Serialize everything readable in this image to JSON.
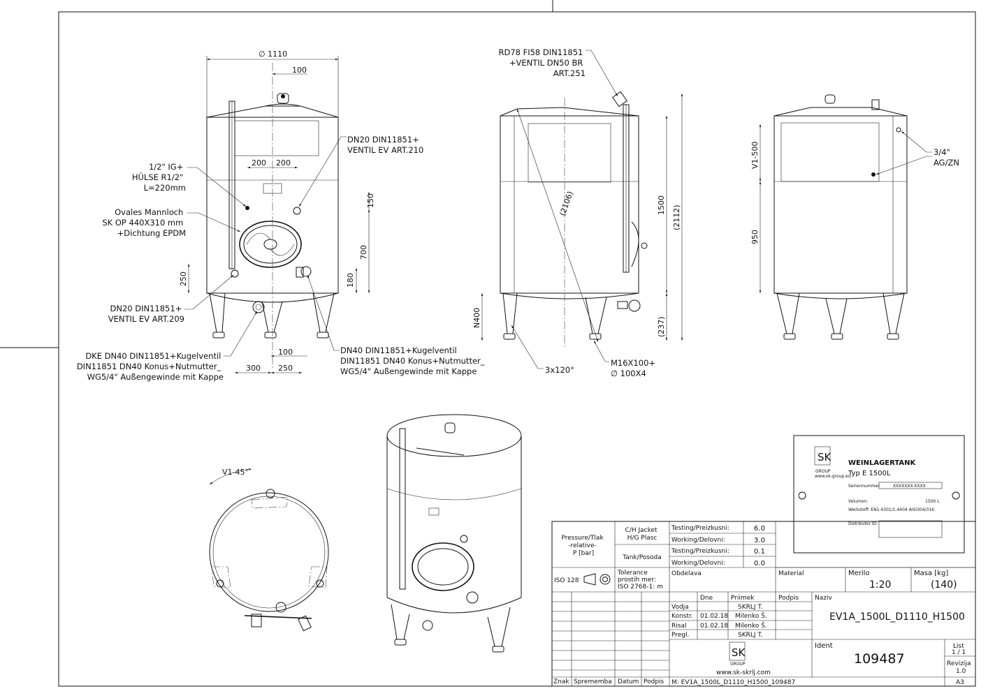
{
  "front_view": {
    "diameter": "∅ 1110",
    "dim_100_top": "100",
    "dim_200_left": "200",
    "dim_200_right": "200",
    "dim_150": "150",
    "dim_700": "700",
    "dim_180": "180",
    "dim_250_left": "250",
    "dim_100_bottom": "100",
    "dim_300": "300",
    "dim_250_bottom": "250",
    "callout_sleeve": [
      "1/2\" IG+",
      "HÜLSE R1/2\"",
      "L=220mm"
    ],
    "callout_manhole": [
      "Ovales Mannloch",
      "SK OP 440X310 mm",
      "+Dichtung EPDM"
    ],
    "callout_valve_top": [
      "DN20 DIN11851+",
      "VENTIL EV ART.210"
    ],
    "callout_valve_bottom": [
      "DN20 DIN11851+",
      "VENTIL EV ART.209"
    ],
    "callout_dke": [
      "DKE DN40 DIN11851+Kugelventil",
      "DIN11851 DN40 Konus+Nutmutter_",
      "WG5/4\" Außengewinde mit Kappe"
    ],
    "callout_dn40": [
      "DN40 DIN11851+Kugelventil",
      "DIN11851 DN40 Konus+Nutmutter_",
      "WG5/4\" Außengewinde mit Kappe"
    ]
  },
  "side_view": {
    "callout_rd78": [
      "RD78 FI58 DIN11851",
      "+VENTIL DN50 BR",
      "ART.251"
    ],
    "dim_2106": "(2106)",
    "dim_1500": "1500",
    "dim_2112": "(2112)",
    "dim_n400": "N400",
    "dim_237": "(237)",
    "callout_legs": "3x120°",
    "callout_feet": [
      "M16X100+",
      "∅ 100X4"
    ]
  },
  "rear_view": {
    "dim_v1_500": "V1-500",
    "dim_950": "950",
    "callout_thread": [
      "3/4\"",
      "AG/ZN"
    ]
  },
  "top_view": {
    "angle": "V1-45°"
  },
  "nameplate": {
    "logo": "SK",
    "logo_sub": "GROUP",
    "logo_web": "www.sk-group.eu",
    "title": "WEINLAGERTANK",
    "type": "Typ E   1500L",
    "serial_label": "Seriennummer",
    "serial_value": "XXXXXXX-XXXX",
    "volume_label": "Volumen:",
    "volume_value": "1500  L",
    "material_label": "Werkstoff: EN1.4301/1.4404   AISI304/316",
    "distributor_label": "Distributor ID:"
  },
  "title_block": {
    "pressure_label": [
      "Pressure/Tlak",
      "-relative-",
      "P [bar]"
    ],
    "jacket_label": [
      "C/H Jacket",
      "H/G Plasc"
    ],
    "tank_label": "Tank/Posoda",
    "testing_label": "Testing/Preizkusni:",
    "working_label": "Working/Delovni:",
    "jacket_testing": "6.0",
    "jacket_working": "3.0",
    "tank_testing": "0.1",
    "tank_working": "0.0",
    "iso128": "ISO 128",
    "tolerance": [
      "Tolerance",
      "prostih mer:",
      "ISO 2768-1: m"
    ],
    "obdelava": "Obdelava",
    "material": "Material",
    "merilo_label": "Merilo",
    "merilo_value": "1:20",
    "masa_label": "Masa [kg]",
    "masa_value": "(140)",
    "dne_label": "Dne",
    "priimek_label": "Priimek",
    "podpis_label": "Podpis",
    "naziv_label": "Naziv",
    "naziv_value": "EV1A_1500L_D1110_H1500",
    "rows": [
      {
        "role": "Vodja",
        "date": "",
        "name": "SKRLJ T."
      },
      {
        "role": "Konstr.",
        "date": "01.02.18",
        "name": "Milenko Š."
      },
      {
        "role": "Risal",
        "date": "01.02.18",
        "name": "Milenko Š."
      },
      {
        "role": "Pregl.",
        "date": "",
        "name": "SKRLJ T."
      }
    ],
    "logo": "SK",
    "logo_sub": "GROUP",
    "website": "www.sk-skrlj.com",
    "ident_label": "Ident",
    "ident_value": "109487",
    "list_label": "List",
    "list_value": "1 / 1",
    "revizija_label": "Revizija",
    "revizija_value": "1.0",
    "format": "A3",
    "file": "M: EV1A_1500L_D1110_H1500_109487",
    "znak": "Znak",
    "sprememba": "Sprememba",
    "datum": "Datum",
    "podpis": "Podpis"
  }
}
